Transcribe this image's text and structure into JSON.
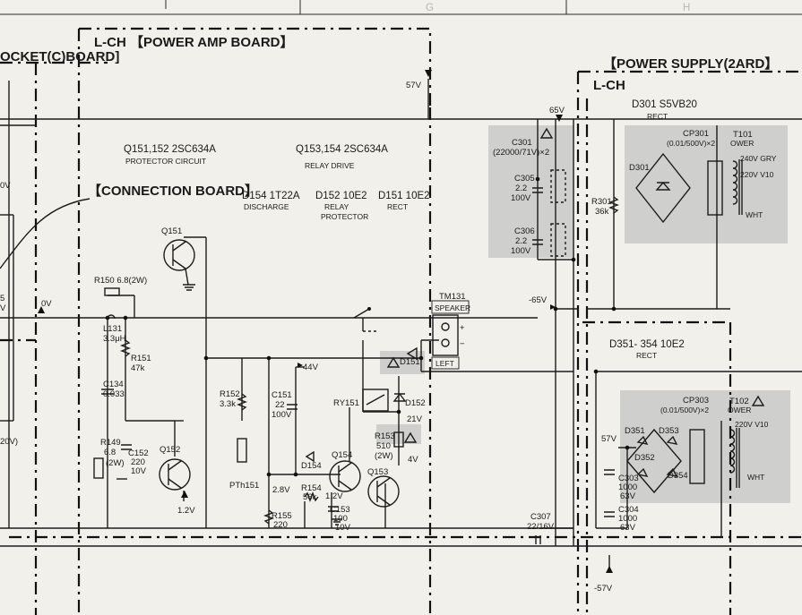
{
  "grid": {
    "col_g": "G",
    "col_h": "H"
  },
  "titles": {
    "socket_board": "OCKET(C)BOARD]",
    "power_amp_board": "L-CH 【POWER AMP BOARD】",
    "power_supply": "【POWER SUPPLY(2ARD】",
    "lch": "L-CH",
    "connection_board": "【CONNECTION BOARD】"
  },
  "transistors": {
    "q151_152": "Q151,152 2SC634A",
    "protector_circuit": "PROTECTOR CIRCUIT",
    "q153_154": "Q153,154 2SC634A",
    "relay_drive": "RELAY DRIVE",
    "q151": "Q151",
    "q152": "Q152",
    "q153": "Q153",
    "q154": "Q154"
  },
  "diodes": {
    "d154_title": "D154 1T22A",
    "discharge": "DISCHARGE",
    "d152_title": "D152 10E2",
    "relay_protector": "RELAY PROTECTOR",
    "d151_title": "D151 10E2",
    "rect": "RECT",
    "d151": "D151",
    "d152": "D152",
    "d154": "D154",
    "d301_title": "D301 S5VB20",
    "d301_rect": "RECT",
    "d301": "D301",
    "d351_354_title": "D351- 354 10E2",
    "d351_rect": "RECT",
    "d351": "D351",
    "d352": "D352",
    "d353": "D353",
    "d354": "D354"
  },
  "components": {
    "r150": "R150 6.8(2W)",
    "l131": "L131",
    "l131_val": "3.3μH",
    "r151": "R151",
    "r151_val": "47k",
    "c134": "C134",
    "c134_val": "0.033",
    "r149": "R149",
    "r149_val1": "6.8",
    "r149_val2": "(2W)",
    "c152": "C152",
    "c152_val1": "220",
    "c152_val2": "10V",
    "r152": "R152",
    "r152_val": "3.3k",
    "c151": "C151",
    "c151_val1": "22",
    "c151_val2": "100V",
    "pth151": "PTh151",
    "r155": "R155",
    "r155_val": "220",
    "r154": "R154",
    "r154_val": "56k",
    "c153": "C153",
    "c153_val1": "100",
    "c153_val2": "10V",
    "ry151": "RY151",
    "r153": "R153",
    "r153_val1": "510",
    "r153_val2": "(2W)",
    "tm131": "TM131",
    "speaker": "SPEAKER",
    "left": "LEFT",
    "c301": "C301",
    "c301_val": "(22000/71V)×2",
    "c305": "C305",
    "c305_val1": "2.2",
    "c305_val2": "100V",
    "c306": "C306",
    "c306_val1": "2.2",
    "c306_val2": "100V",
    "r301": "R301",
    "r301_val": "36k",
    "cp301": "CP301",
    "cp301_val": "(0.01/500V)×2",
    "t101": "T101",
    "power1": "OWER",
    "gry": "240V GRY",
    "v10_1": "220V V10",
    "wht1": "WHT",
    "cp303": "CP303",
    "cp303_val": "(0.01/500V)×2",
    "t102": "T102",
    "power2": "OWER",
    "v10_2": "220V V10",
    "wht2": "WHT",
    "c303": "C303",
    "c303_val1": "1000",
    "c303_val2": "63V",
    "c304": "C304",
    "c304_val1": "1000",
    "c304_val2": "63V",
    "c307": "C307",
    "c307_val": "22/16V"
  },
  "voltages": {
    "v57_top": "57V",
    "v0": "0V",
    "v44": "44V",
    "v21": "21V",
    "v4": "4V",
    "v1_2a": "1.2V",
    "v2_8": "2.8V",
    "v1_2b": "1.2V",
    "v65": "65V",
    "vm65": "-65V",
    "v57_ps": "57V",
    "vm57": "-57V",
    "left_edge_0v": "0V",
    "left_edge_20v": "20V)",
    "left_edge_v": "V",
    "left_edge_5": "5"
  },
  "speaker_pins": {
    "plus": "+",
    "minus": "−"
  }
}
